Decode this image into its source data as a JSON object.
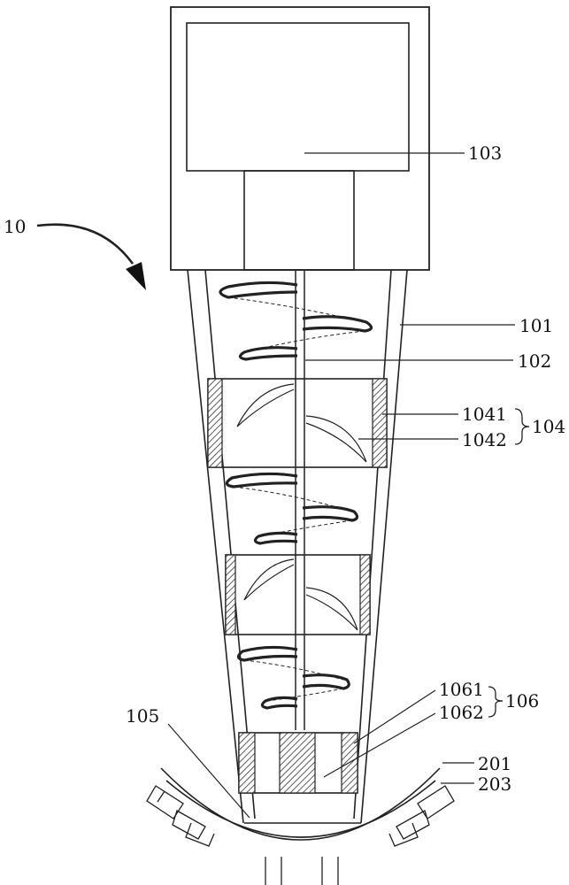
{
  "labels": {
    "l10": "10",
    "l103": "103",
    "l101": "101",
    "l102": "102",
    "l1041": "1041",
    "l1042": "1042",
    "l104": "104",
    "l1061": "1061",
    "l1062": "1062",
    "l106": "106",
    "l105": "105",
    "l201": "201",
    "l203": "203"
  },
  "colors": {
    "stroke": "#222222",
    "hatch": "#333333",
    "background": "#ffffff"
  }
}
